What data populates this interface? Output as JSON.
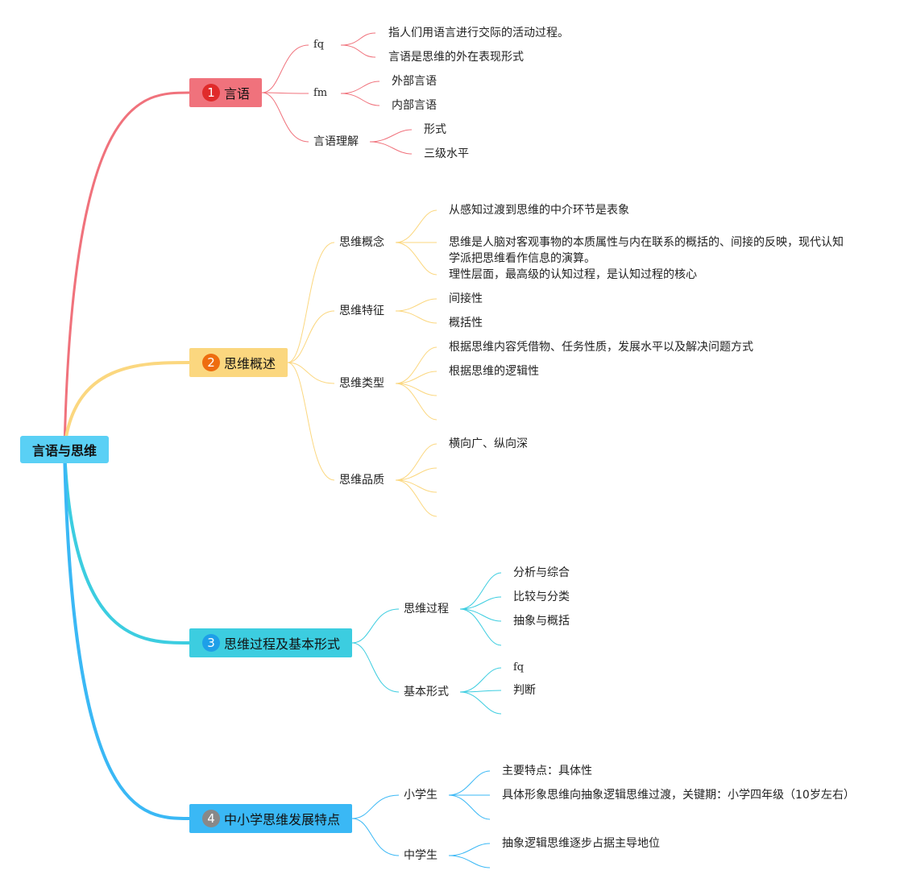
{
  "root": {
    "label": "言语与思维"
  },
  "branches": [
    {
      "number": "1",
      "label": "言语",
      "color": "#f0727c",
      "badge_color": "#e02b2b",
      "children": [
        {
          "label": "fq",
          "leaves": [
            "指人们用语言进行交际的活动过程。",
            "言语是思维的外在表现形式"
          ]
        },
        {
          "label": "fm",
          "leaves": [
            "外部言语",
            "内部言语"
          ]
        },
        {
          "label": "言语理解",
          "leaves": [
            "形式",
            "三级水平"
          ]
        }
      ]
    },
    {
      "number": "2",
      "label": "思维概述",
      "color": "#fbd77f",
      "badge_color": "#ee6d0f",
      "children": [
        {
          "label": "思维概念",
          "leaves": [
            "从感知过渡到思维的中介环节是表象",
            "思维是人脑对客观事物的本质属性与内在联系的概括的、间接的反映，现代认知学派把思维看作信息的演算。",
            "理性层面，最高级的认知过程，是认知过程的核心"
          ]
        },
        {
          "label": "思维特征",
          "leaves": [
            "间接性",
            "概括性"
          ]
        },
        {
          "label": "思维类型",
          "leaves": [
            "根据思维内容凭借物、任务性质，发展水平以及解决问题方式",
            "根据思维的逻辑性",
            "",
            ""
          ]
        },
        {
          "label": "思维品质",
          "leaves": [
            "横向广、纵向深",
            "",
            "",
            ""
          ]
        }
      ]
    },
    {
      "number": "3",
      "label": "思维过程及基本形式",
      "color": "#3ccde0",
      "badge_color": "#1e9fe8",
      "children": [
        {
          "label": "思维过程",
          "leaves": [
            "分析与综合",
            "比较与分类",
            "抽象与概括",
            ""
          ]
        },
        {
          "label": "基本形式",
          "leaves": [
            "fq",
            "判断",
            ""
          ]
        }
      ]
    },
    {
      "number": "4",
      "label": "中小学思维发展特点",
      "color": "#3ab8f5",
      "badge_color": "#888888",
      "children": [
        {
          "label": "小学生",
          "leaves": [
            "主要特点：具体性",
            "具体形象思维向抽象逻辑思维过渡，关键期：小学四年级（10岁左右）",
            ""
          ]
        },
        {
          "label": "中学生",
          "leaves": [
            "抽象逻辑思维逐步占据主导地位",
            ""
          ]
        }
      ]
    }
  ]
}
